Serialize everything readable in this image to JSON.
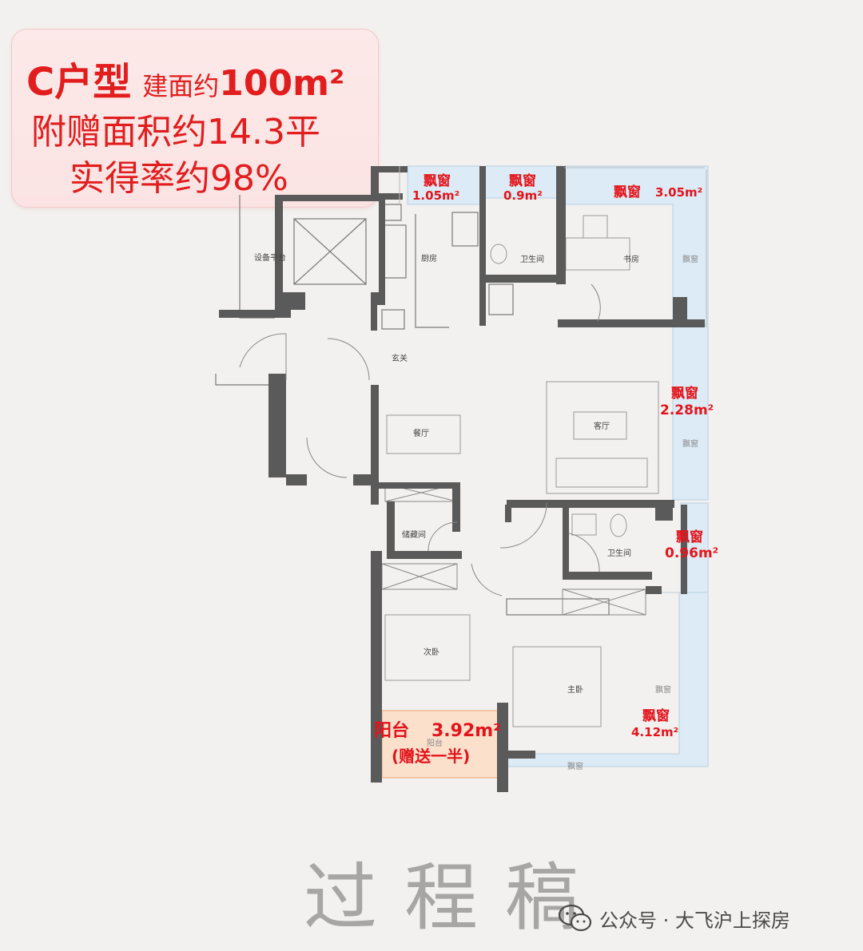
{
  "info": {
    "type_label": "C户型",
    "area_prefix": "建面约",
    "area_value": "100m²",
    "gift_area": "附赠面积约14.3平",
    "efficiency": "实得率约98%"
  },
  "bay_windows": [
    {
      "name": "飘窗",
      "area": "1.05m²"
    },
    {
      "name": "飘窗",
      "area": "0.9m²"
    },
    {
      "name": "飘窗",
      "area": "3.05m²"
    },
    {
      "name": "飘窗",
      "area": "2.28m²"
    },
    {
      "name": "飘窗",
      "area": "0.96m²"
    },
    {
      "name": "飘窗",
      "area": "4.12m²"
    }
  ],
  "balcony": {
    "name": "阳台",
    "area": "3.92m²",
    "note": "(赠送一半)"
  },
  "rooms": {
    "equipment_platform": "设备平台",
    "kitchen": "厨房",
    "bathroom_top": "卫生间",
    "study": "书房",
    "bay_small": "飘窗",
    "foyer": "玄关",
    "dining": "餐厅",
    "living": "客厅",
    "storage": "储藏间",
    "bathroom_mid": "卫生间",
    "second_bedroom": "次卧",
    "master_bedroom": "主卧",
    "balcony_small": "阳台"
  },
  "watermark": "过程稿",
  "credit": "公众号 · 大飞沪上探房",
  "colors": {
    "accent": "#e3141b",
    "bay_fill": "#dcebf5",
    "balcony_fill": "#fbe0cc",
    "wall": "#555555"
  }
}
